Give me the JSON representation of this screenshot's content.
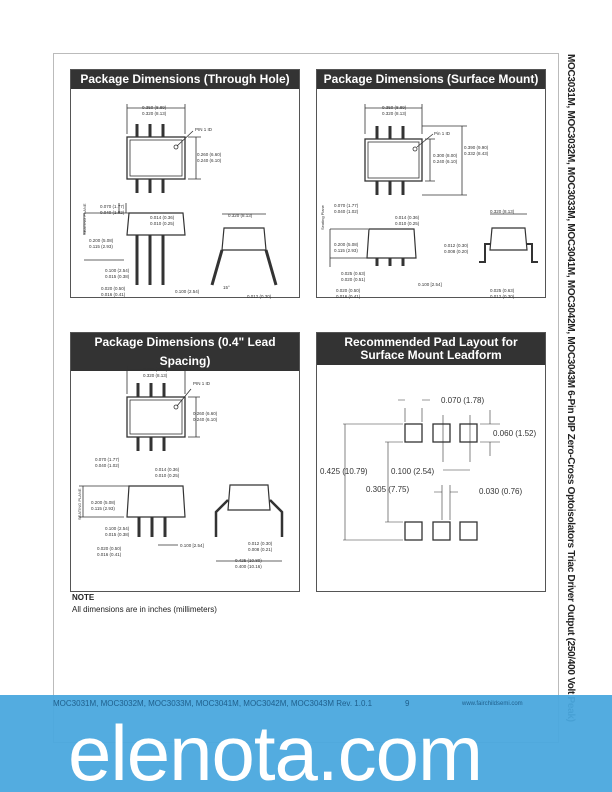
{
  "side_title": "MOC3031M, MOC3032M, MOC3033M, MOC3041M, MOC3042M, MOC3043M 6-Pin DIP Zero-Cross Optoisolators Triac Driver Output (250/400 Volt Peak)",
  "panels": [
    {
      "title": "Package Dimensions (Through Hole)",
      "labels": [
        "0.350 (8.89)",
        "0.320 (8.13)",
        "PIN 1 ID",
        "0.260 (6.60)",
        "0.240 (6.10)",
        "0.070 (1.77)",
        "0.040 (1.02)",
        "0.014 (0.36)",
        "0.010 (0.25)",
        "0.200 (5.08)",
        "0.115 (2.93)",
        "0.100 (2.54)",
        "0.015 (0.38)",
        "0.020 (0.50)",
        "0.016 (0.41)",
        "0.100 (2.54)",
        "SEATING PLANE",
        "0.320 (8.13)",
        "15°",
        "0.012 (0.30)"
      ]
    },
    {
      "title": "Package Dimensions (Surface Mount)",
      "labels": [
        "0.350 (8.89)",
        "0.320 (8.13)",
        "Pin 1 ID",
        "0.300 (8.00)",
        "0.240 (6.10)",
        "0.390 (9.90)",
        "0.332 (8.43)",
        "0.070 (1.77)",
        "0.040 (1.02)",
        "0.014 (0.36)",
        "0.010 (0.25)",
        "0.200 (5.08)",
        "0.115 (2.93)",
        "0.025 (0.63)",
        "0.020 (0.51)",
        "0.100 [2.54]",
        "0.020 (0.50)",
        "0.016 (0.41)",
        "Seating Plane",
        "0.320 (8.13)",
        "0.012 (0.30)",
        "0.008 (0.20)",
        "0.025 (0.63)",
        "0.012 (0.30)"
      ]
    },
    {
      "title": "Package Dimensions (0.4\" Lead Spacing)",
      "labels": [
        "0.350 (8.89)",
        "0.320 (8.13)",
        "PIN 1 ID",
        "0.260 (6.60)",
        "0.240 (6.10)",
        "0.070 (1.77)",
        "0.040 (1.02)",
        "0.014 (0.36)",
        "0.010 (0.25)",
        "0.200 (5.08)",
        "0.115 (2.93)",
        "0.100 (2.54)",
        "0.015 (0.38)",
        "0.020 (0.50)",
        "0.016 (0.41)",
        "0.100 [2.54]",
        "SEATING PLANE",
        "0.012 (0.30)",
        "0.008 (0.21)",
        "0.425 (10.80)",
        "0.400 (10.16)"
      ]
    },
    {
      "title_line1": "Recommended Pad Layout for",
      "title_line2": "Surface Mount Leadform",
      "labels": [
        "0.070 (1.78)",
        "0.060 (1.52)",
        "0.425 (10.79)",
        "0.100 (2.54)",
        "0.305 (7.75)",
        "0.030 (0.76)"
      ]
    }
  ],
  "note": {
    "heading": "NOTE",
    "text": "All dimensions are in inches (millimeters)"
  },
  "footer": {
    "part_rev": "MOC3031M, MOC3032M, MOC3033M, MOC3041M, MOC3042M, MOC3043M Rev. 1.0.1",
    "page": "9",
    "url": "www.fairchildsemi.com"
  },
  "watermark": "elenota.com",
  "colors": {
    "title_bar": "#333333",
    "watermark_band": "#4aa8de"
  }
}
